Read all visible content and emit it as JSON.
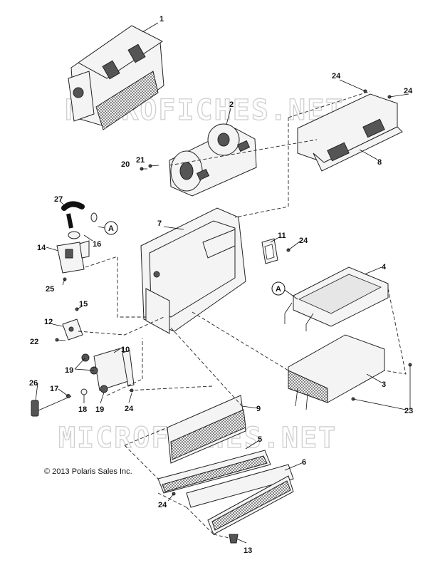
{
  "watermark": "MICROFICHES.NET",
  "copyright": "© 2013 Polaris Sales Inc.",
  "callouts": {
    "c1": "1",
    "c2": "2",
    "c3": "3",
    "c4": "4",
    "c5": "5",
    "c6": "6",
    "c7": "7",
    "c8": "8",
    "c9": "9",
    "c10": "10",
    "c11": "11",
    "c12": "12",
    "c13": "13",
    "c14": "14",
    "c15": "15",
    "c16": "16",
    "c17": "17",
    "c18": "18",
    "c19a": "19",
    "c19b": "19",
    "c20": "20",
    "c21": "21",
    "c22": "22",
    "c23": "23",
    "c24a": "24",
    "c24b": "24",
    "c24c": "24",
    "c24d": "24",
    "c24e": "24",
    "c25": "25",
    "c26": "26",
    "c27": "27",
    "refA1": "A",
    "refA2": "A"
  }
}
